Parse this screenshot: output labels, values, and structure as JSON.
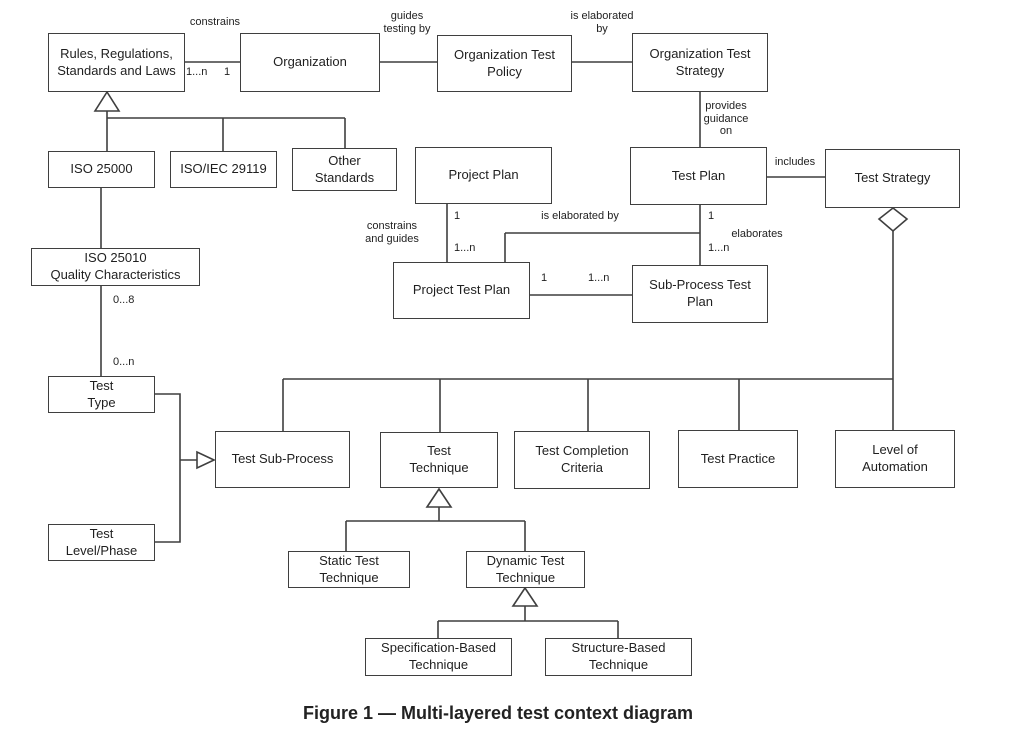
{
  "figure": {
    "caption": "Figure 1 — Multi-layered test context diagram"
  },
  "diagram": {
    "nodes": {
      "rules": "Rules, Regulations,\nStandards and Laws",
      "organization": "Organization",
      "org_test_policy": "Organization Test\nPolicy",
      "org_test_strategy": "Organization Test\nStrategy",
      "iso_25000": "ISO 25000",
      "iso_iec_29119": "ISO/IEC 29119",
      "other_standards": "Other\nStandards",
      "project_plan": "Project Plan",
      "test_plan": "Test Plan",
      "test_strategy": "Test Strategy",
      "iso_25010": "ISO 25010\nQuality Characteristics",
      "project_test_plan": "Project Test Plan",
      "sub_process_test_plan": "Sub-Process Test\nPlan",
      "test_type": "Test\nType",
      "test_level_phase": "Test\nLevel/Phase",
      "test_sub_process": "Test Sub-Process",
      "test_technique": "Test\nTechnique",
      "test_completion_criteria": "Test Completion\nCriteria",
      "test_practice": "Test Practice",
      "level_of_automation": "Level of\nAutomation",
      "static_test_technique": "Static Test\nTechnique",
      "dynamic_test_technique": "Dynamic Test\nTechnique",
      "specification_based_technique": "Specification-Based\nTechnique",
      "structure_based_technique": "Structure-Based\nTechnique"
    },
    "labels": {
      "constrains": "constrains",
      "guides_testing_by": "guides\ntesting by",
      "is_elaborated_by_top": "is elaborated\nby",
      "provides_guidance_on": "provides\nguidance\non",
      "includes": "includes",
      "constrains_and_guides": "constrains\nand guides",
      "is_elaborated_by": "is elaborated by",
      "elaborates": "elaborates"
    },
    "multiplicities": {
      "rules_1n": "1...n",
      "org_1": "1",
      "project_plan_1": "1",
      "project_test_plan_1n": "1...n",
      "test_plan_1": "1",
      "sub_process_1n": "1...n",
      "ptp_1": "1",
      "sptp_1n": "1...n",
      "qc_0_8": "0...8",
      "qc_0_n": "0...n"
    },
    "colors": {
      "line": "#3f3f3f",
      "text": "#1f1f1f",
      "background": "#ffffff"
    }
  }
}
